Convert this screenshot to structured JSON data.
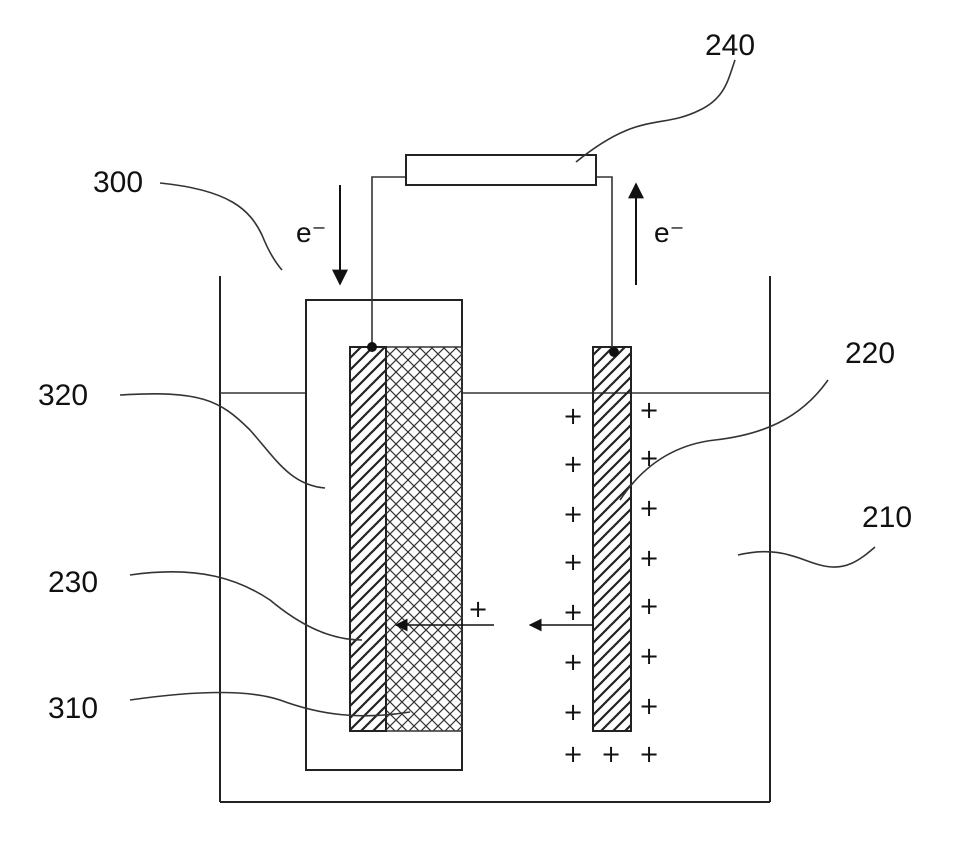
{
  "labels": {
    "l240": "240",
    "l300": "300",
    "l320": "320",
    "l220": "220",
    "l210": "210",
    "l230": "230",
    "l310": "310"
  },
  "electron_left": "e⁻",
  "electron_right": "e⁻",
  "ion_symbol": "+"
}
